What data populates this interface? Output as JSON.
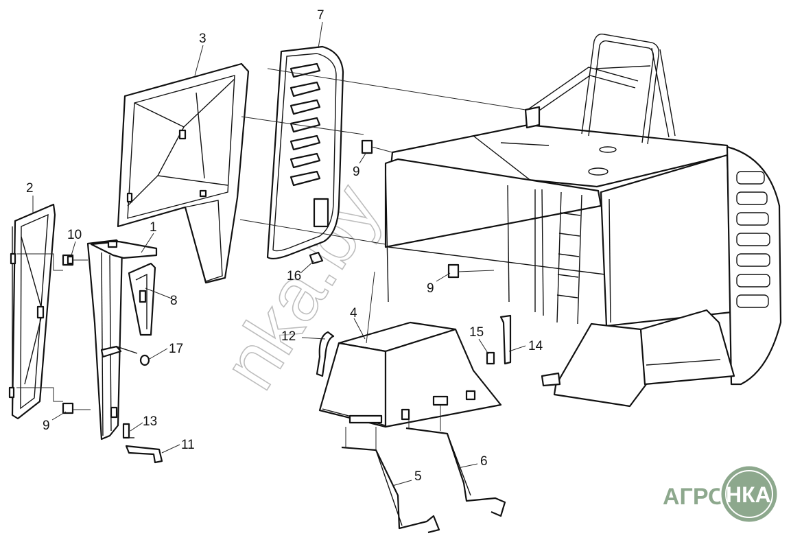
{
  "labels": {
    "l1": "1",
    "l2": "2",
    "l3": "3",
    "l4": "4",
    "l5": "5",
    "l6": "6",
    "l7": "7",
    "l8": "8",
    "l9a": "9",
    "l9b": "9",
    "l9c": "9",
    "l10": "10",
    "l11": "11",
    "l12": "12",
    "l13": "13",
    "l14": "14",
    "l15": "15",
    "l16": "16",
    "l17": "17"
  },
  "watermark": "nka.by",
  "logo": {
    "left": "АГРО",
    "right": "НКА"
  }
}
